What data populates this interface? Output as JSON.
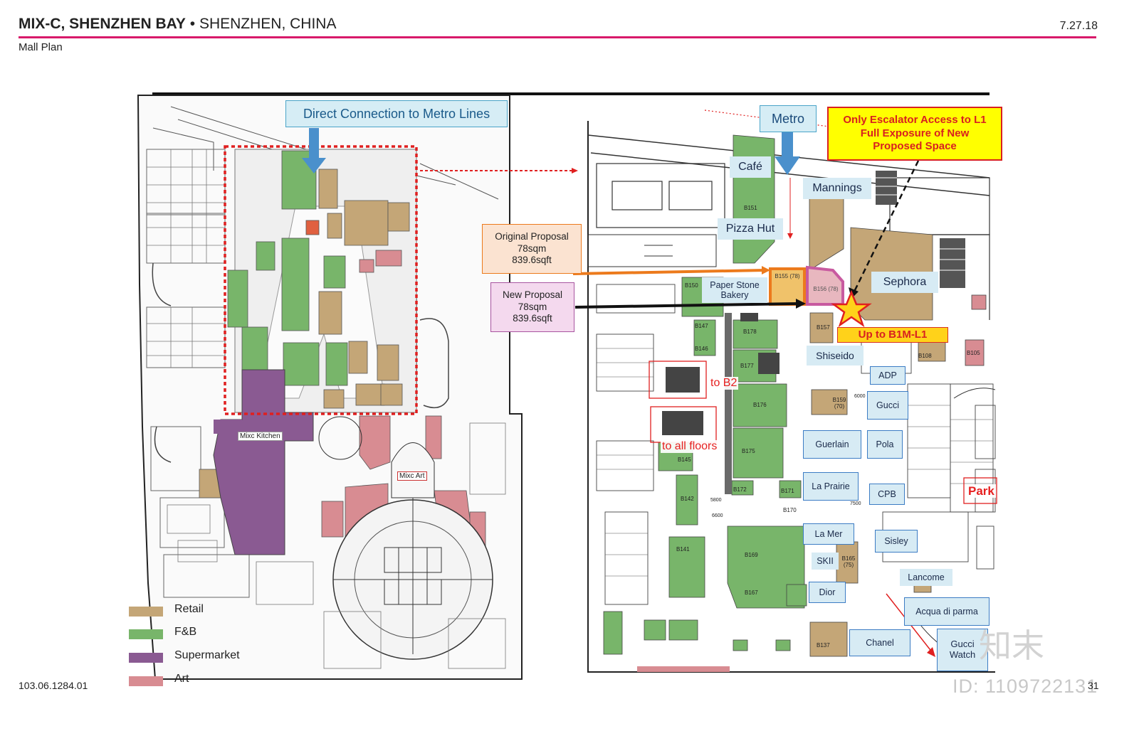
{
  "header": {
    "project": "MIX-C, SHENZHEN BAY",
    "separator": " • ",
    "location": "SHENZHEN, CHINA",
    "date": "7.27.18",
    "subtitle": "Mall Plan"
  },
  "footer": {
    "doc_number": "103.06.1284.01",
    "page_number": "31"
  },
  "watermark": {
    "id_text": "ID: 1109722131",
    "logo_text": "知末"
  },
  "colors": {
    "accent": "#d8196a",
    "retail": "#c4a677",
    "fnb": "#78b56a",
    "supermarket": "#8a5a92",
    "art": "#d88c92",
    "highlight_orange": "#ec7a1c",
    "highlight_pink": "#c85aa0",
    "metro_blue": "#4a90cc",
    "callout_red": "#e62020"
  },
  "left_plan": {
    "callout": "Direct Connection to Metro Lines",
    "labels": {
      "kitchen": "Mixc Kitchen",
      "art": "Mixc Art"
    }
  },
  "legend": [
    {
      "label": "Retail",
      "color": "#c4a677"
    },
    {
      "label": "F&B",
      "color": "#78b56a"
    },
    {
      "label": "Supermarket",
      "color": "#8a5a92"
    },
    {
      "label": "Art",
      "color": "#d88c92"
    }
  ],
  "right_plan": {
    "metro_label": "Metro",
    "escalator_note": [
      "Only Escalator Access to L1",
      "Full Exposure of New",
      "Proposed Space"
    ],
    "original_proposal": {
      "title": "Original Proposal",
      "area_sqm": "78sqm",
      "area_sqft": "839.6sqft"
    },
    "new_proposal": {
      "title": "New Proposal",
      "area_sqm": "78sqm",
      "area_sqft": "839.6sqft"
    },
    "up_label": "Up to B1M-L1",
    "to_b2": "to B2",
    "to_all_floors": "to all floors",
    "parking": "Park",
    "stores": {
      "cafe": "Café",
      "mannings": "Mannings",
      "pizza_hut": "Pizza Hut",
      "paper_stone": "Paper Stone Bakery",
      "sephora": "Sephora",
      "shiseido": "Shiseido",
      "adp": "ADP",
      "gucci": "Gucci",
      "guerlain": "Guerlain",
      "pola": "Pola",
      "la_prairie": "La Prairie",
      "cpb": "CPB",
      "la_mer": "La Mer",
      "sisley": "Sisley",
      "skii": "SKII",
      "dior": "Dior",
      "lancome": "Lancome",
      "acqua": "Acqua di parma",
      "chanel": "Chanel",
      "gucci_watch": "Gucci Watch"
    },
    "unit_codes": {
      "b155": "B155 (78)",
      "b156": "B156 (78)",
      "b151": "B151",
      "b150": "B150",
      "b147": "B147",
      "b146": "B146",
      "b178": "B178",
      "b177": "B177",
      "b176": "B176",
      "b175": "B175",
      "b172": "B172",
      "b171": "B171",
      "b170": "B170",
      "b169": "B169",
      "b167": "B167",
      "b145": "B145",
      "b142": "B142",
      "b141": "B141",
      "b137": "B137",
      "b157": "B157",
      "b159": "B159 (70)",
      "b165": "B165 (75)",
      "b108": "B108",
      "b105": "B105",
      "dim_6000": "6000",
      "dim_5800": "5800",
      "dim_6600": "6600",
      "dim_7500": "7500"
    }
  }
}
